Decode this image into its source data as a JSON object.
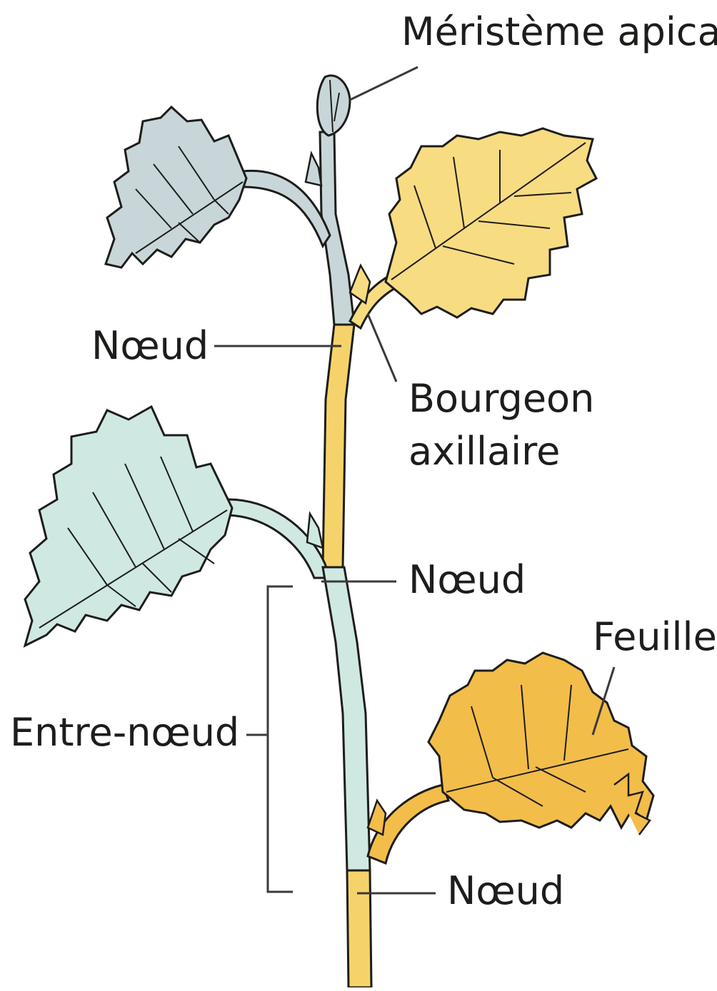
{
  "labels": {
    "apical_meristem": "Méristème apical",
    "node_top": "Nœud",
    "axillary_bud_line1": "Bourgeon",
    "axillary_bud_line2": "axillaire",
    "node_middle": "Nœud",
    "leaf": "Feuille",
    "internode": "Entre-nœud",
    "node_bottom": "Nœud"
  },
  "colors": {
    "grey_blue": "#c8d6d9",
    "mint": "#cfe8e2",
    "pale_yellow": "#f8dc82",
    "orange": "#f3bd4a",
    "stem_yellow": "#f6d36a",
    "outline": "#1d1d1b",
    "line": "#3a3a3a"
  }
}
